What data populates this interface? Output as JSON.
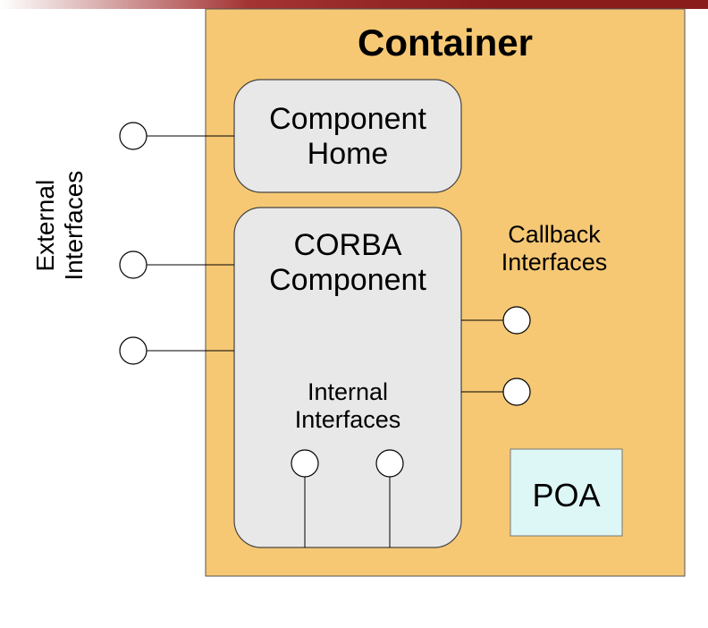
{
  "container": {
    "title": "Container"
  },
  "component_home": {
    "label_line1": "Component",
    "label_line2": "Home"
  },
  "corba_component": {
    "label_line1": "CORBA",
    "label_line2": "Component"
  },
  "internal_interfaces": {
    "label_line1": "Internal",
    "label_line2": "Interfaces"
  },
  "callback_interfaces": {
    "label_line1": "Callback",
    "label_line2": "Interfaces"
  },
  "external_interfaces": {
    "label_line1": "External",
    "label_line2": "Interfaces"
  },
  "poa": {
    "label": "POA"
  },
  "colors": {
    "container_fill": "#f6c874",
    "component_fill": "#e8e8e8",
    "poa_fill": "#ddf6f6",
    "header_bar": "#8a1c1c"
  }
}
